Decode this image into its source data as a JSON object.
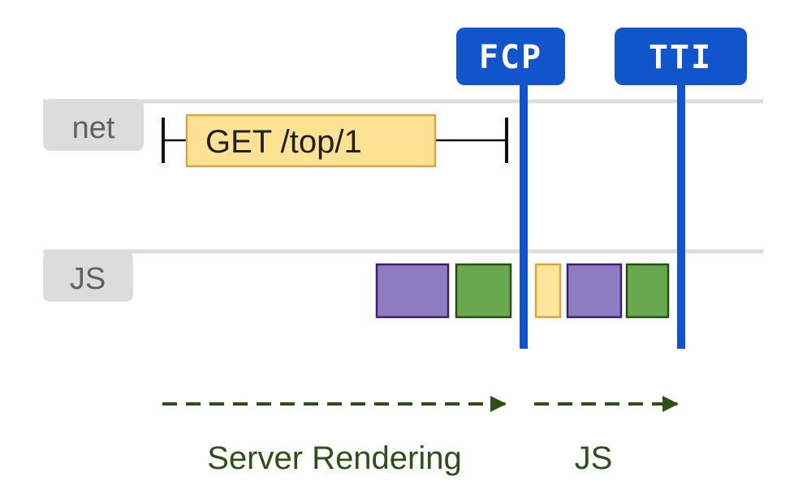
{
  "lanes": [
    {
      "id": "net",
      "label": "net"
    },
    {
      "id": "js",
      "label": "JS"
    }
  ],
  "request": {
    "label": "GET /top/1"
  },
  "markers": [
    {
      "id": "fcp",
      "label": "FCP"
    },
    {
      "id": "tti",
      "label": "TTI"
    }
  ],
  "js_tasks": [
    {
      "id": "task-1",
      "kind": "purple"
    },
    {
      "id": "task-2",
      "kind": "green"
    },
    {
      "id": "task-3",
      "kind": "yellow"
    },
    {
      "id": "task-4",
      "kind": "purple"
    },
    {
      "id": "task-5",
      "kind": "green"
    }
  ],
  "phases": [
    {
      "id": "server-rendering",
      "label": "Server Rendering"
    },
    {
      "id": "js",
      "label": "JS"
    }
  ],
  "colors": {
    "marker_blue": "#1155cc",
    "lane_label_bg": "#dcdcdc",
    "lane_line": "#dddddd",
    "request_fill": "#fde293",
    "request_border": "#d9a63a",
    "task_purple_fill": "#8e7cc3",
    "task_purple_border": "#3d1f6e",
    "task_green_fill": "#6aa84f",
    "task_green_border": "#274e13",
    "task_yellow_fill": "#ffe599",
    "task_yellow_border": "#d9a63a",
    "phase_green": "#2d5016"
  }
}
